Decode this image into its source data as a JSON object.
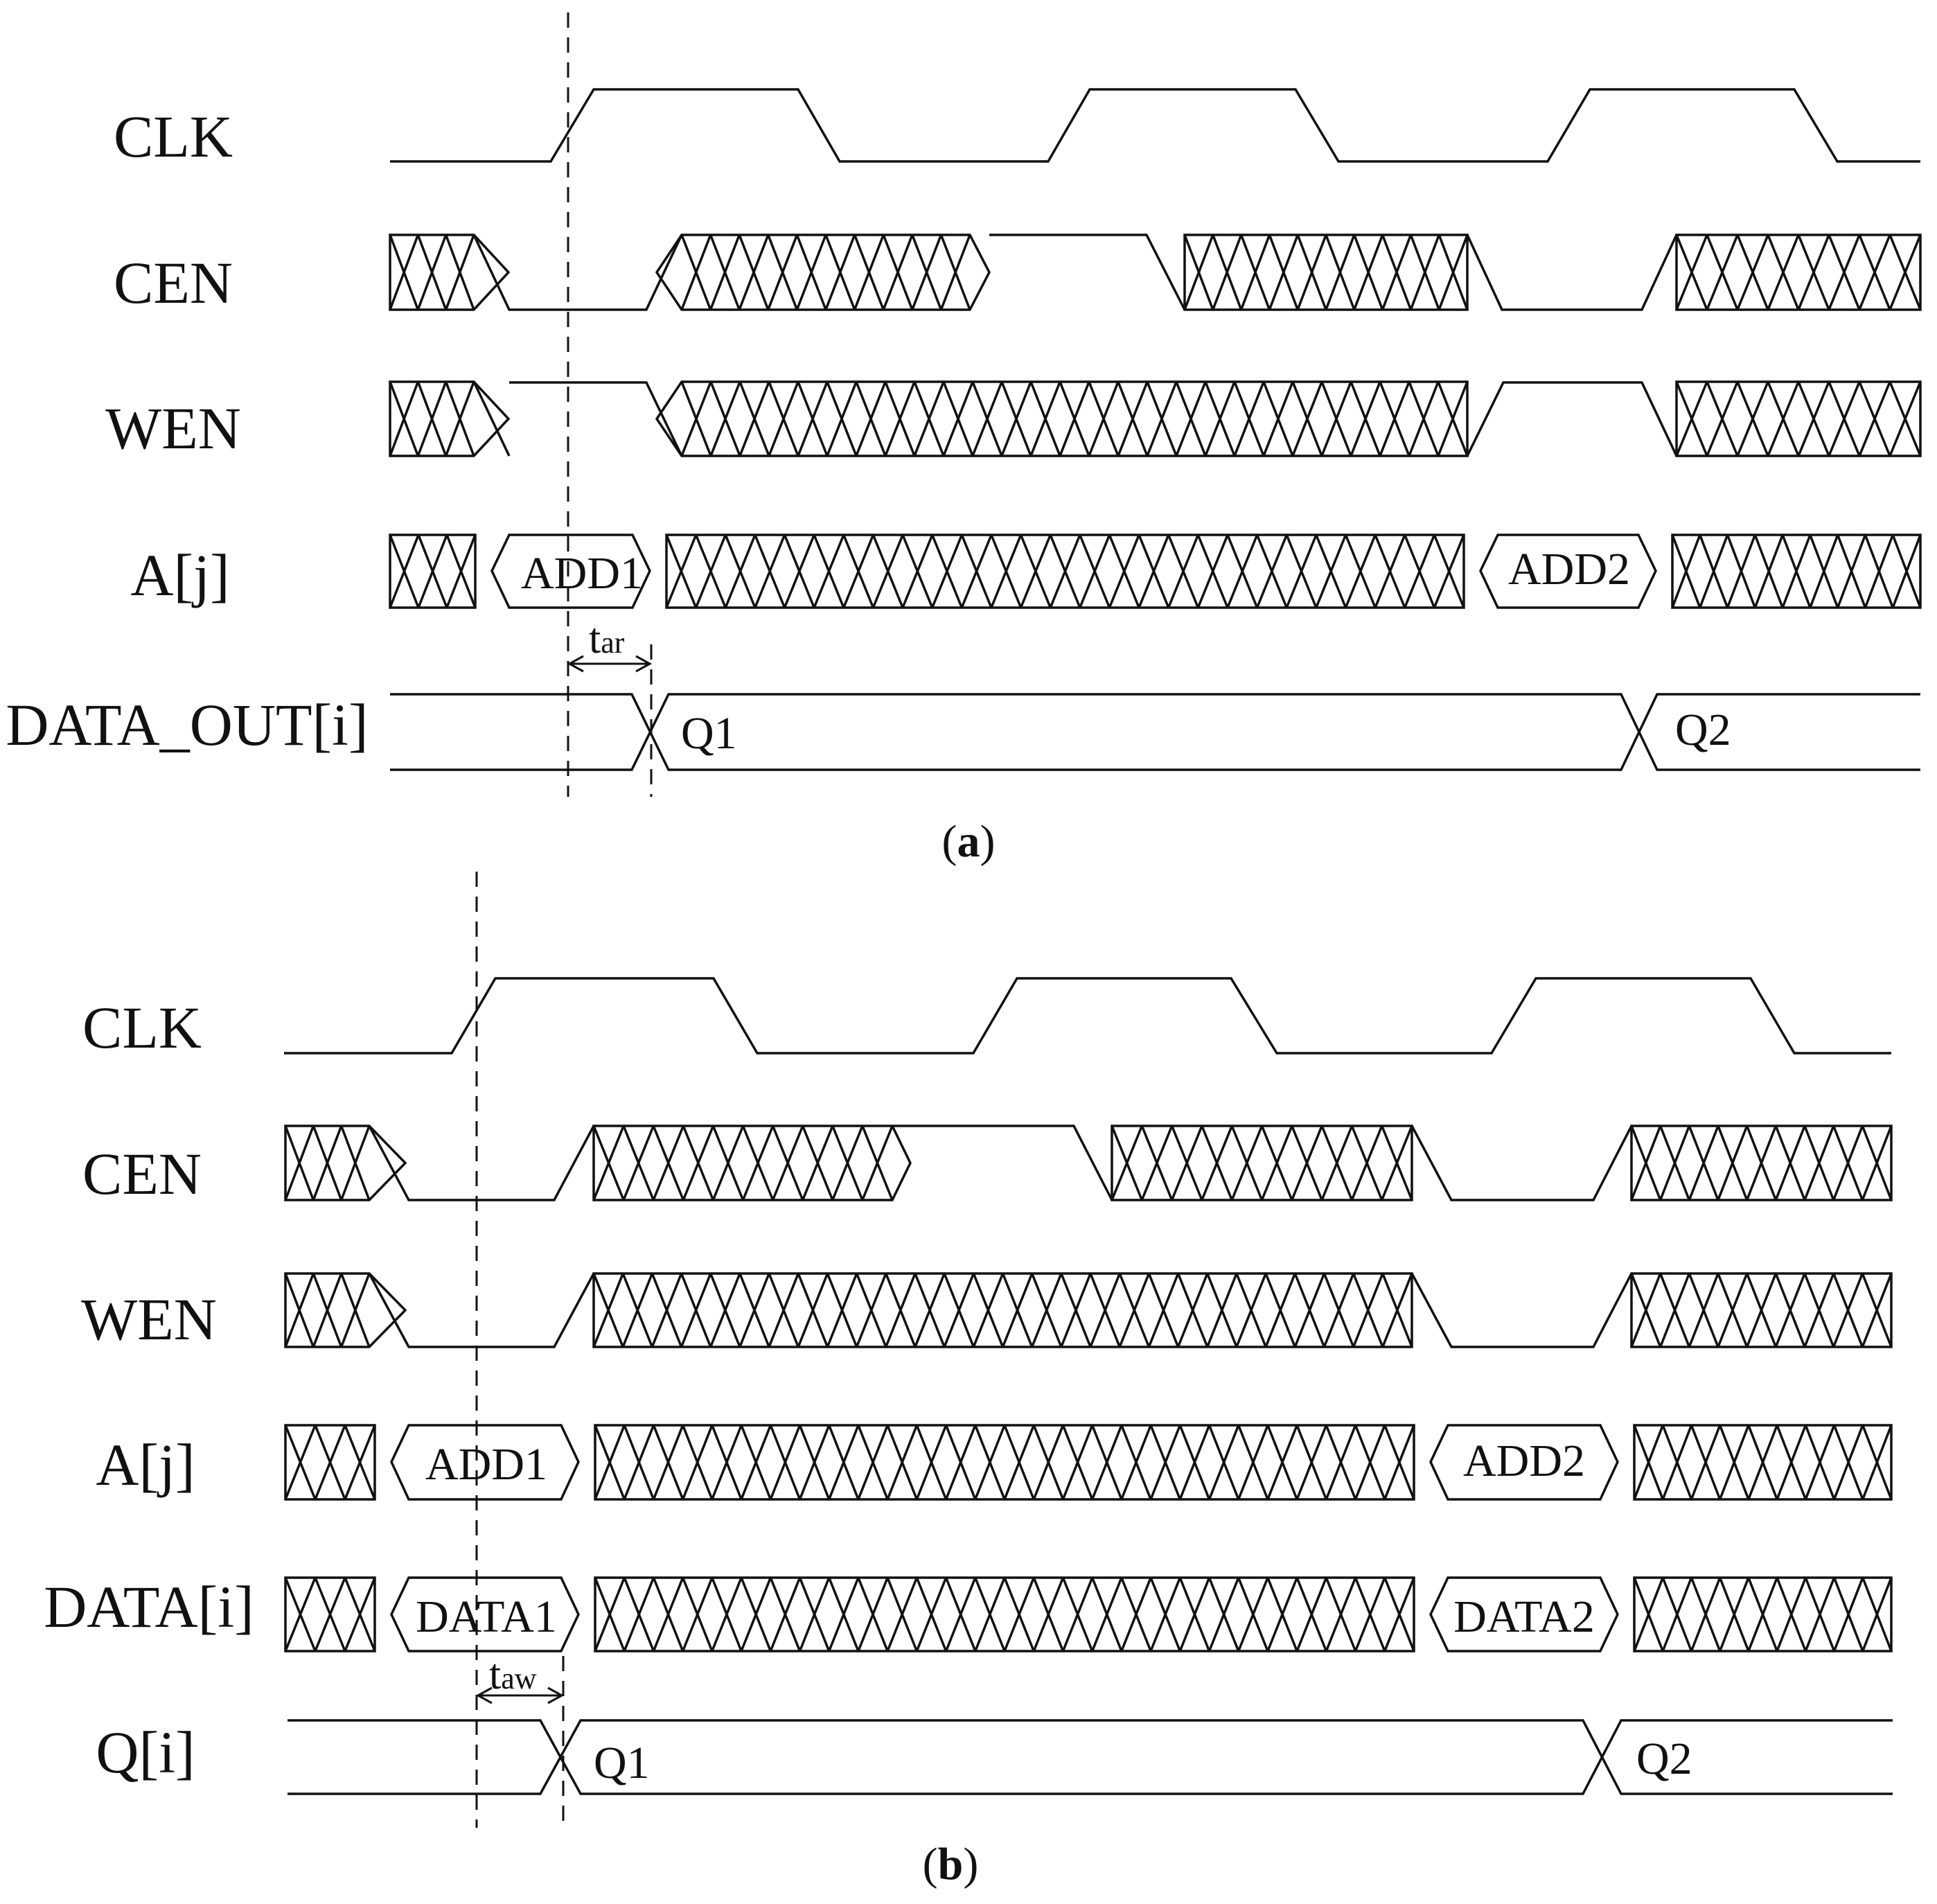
{
  "panels": [
    {
      "id": "a",
      "caption": {
        "open": "(",
        "letter": "a",
        "close": ")"
      },
      "timing": {
        "label": "t",
        "sub": "ar"
      },
      "signals": [
        {
          "name": "CLK",
          "kind": "clock"
        },
        {
          "name": "CEN",
          "kind": "bus"
        },
        {
          "name": "WEN",
          "kind": "bus"
        },
        {
          "name": "A[j]",
          "kind": "bus",
          "values": [
            "ADD1",
            "ADD2"
          ]
        },
        {
          "name": "DATA_OUT[i]",
          "kind": "data",
          "values": [
            "Q1",
            "Q2"
          ]
        }
      ]
    },
    {
      "id": "b",
      "caption": {
        "open": "(",
        "letter": "b",
        "close": ")"
      },
      "timing": {
        "label": "t",
        "sub": "aw"
      },
      "signals": [
        {
          "name": "CLK",
          "kind": "clock"
        },
        {
          "name": "CEN",
          "kind": "bus"
        },
        {
          "name": "WEN",
          "kind": "bus"
        },
        {
          "name": "A[j]",
          "kind": "bus",
          "values": [
            "ADD1",
            "ADD2"
          ]
        },
        {
          "name": "DATA[i]",
          "kind": "bus",
          "values": [
            "DATA1",
            "DATA2"
          ]
        },
        {
          "name": "Q[i]",
          "kind": "data",
          "values": [
            "Q1",
            "Q2"
          ]
        }
      ]
    }
  ],
  "colors": {
    "line": "#111111",
    "background": "#ffffff"
  }
}
